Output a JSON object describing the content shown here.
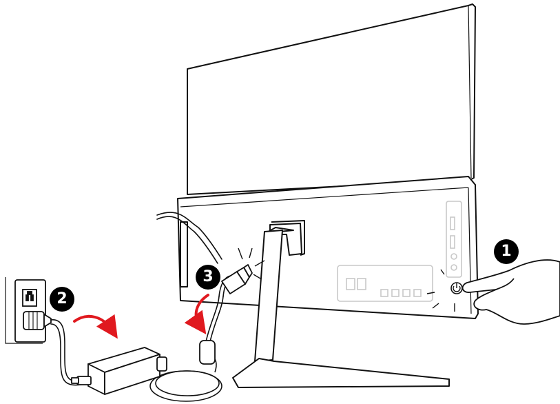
{
  "steps": [
    {
      "number": "1"
    },
    {
      "number": "2"
    },
    {
      "number": "3"
    }
  ],
  "colors": {
    "arrow": "#e0191f",
    "line": "#111111",
    "ghost": "#c8c8c8"
  },
  "icons": [
    "power-button-icon",
    "hand-icon",
    "wall-outlet-icon",
    "power-adapter-icon",
    "dc-plug-icon"
  ]
}
